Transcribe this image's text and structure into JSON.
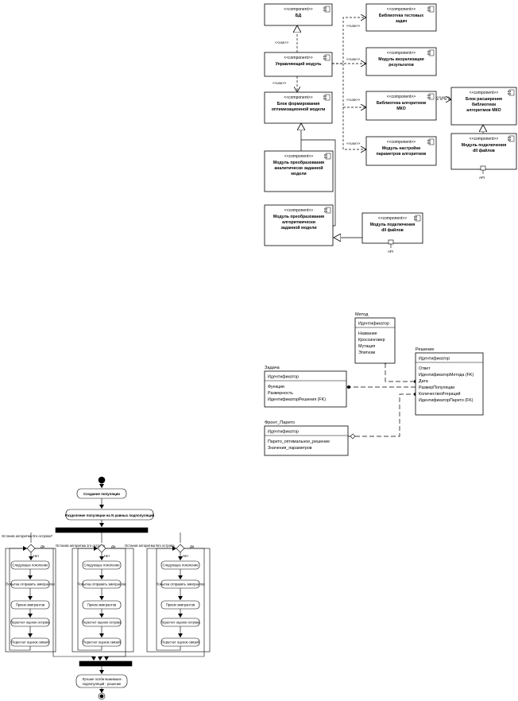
{
  "component_diagram": {
    "stereotype": "<<component>>",
    "use_label": "<<use>>",
    "api_label": "API",
    "components": {
      "bd": [
        "БД"
      ],
      "upravl": [
        "Управляющий модуль"
      ],
      "blok_form": [
        "Блок формирования",
        "оптимизационной модели"
      ],
      "mod_analit": [
        "Модуль преобразования",
        "аналитически заданной",
        "модели"
      ],
      "mod_algor": [
        "Модуль преобразования",
        "алгоритмически",
        "заданной модели"
      ],
      "dll_bottom": [
        "Модуль подключения",
        "dll файлов"
      ],
      "bibl_test": [
        "Библиотека тестовых",
        "задач"
      ],
      "mod_vis": [
        "Модуль визуализации",
        "результатов"
      ],
      "bibl_mko": [
        "Библиотека алгоритмов",
        "МКО"
      ],
      "mod_nastr": [
        "Модуль настройки",
        "параметров алгоритмов"
      ],
      "blok_rassh": [
        "Блок расширения",
        "библиотеки",
        "алгоритмов МКО"
      ],
      "dll_right": [
        "Модуль подключения",
        "dll файлов"
      ]
    }
  },
  "er_diagram": {
    "metod": {
      "name": "Метод",
      "key": "Идентификатор",
      "attrs": [
        "Название",
        "Кроссинговер",
        "Мутация",
        "Элитизм"
      ]
    },
    "reshenie": {
      "name": "Решение",
      "key": "Идентификатор",
      "attrs": [
        "Ответ",
        "ИдентификаторМетода (FK)",
        "Дата",
        "РазмерПопуляции",
        "КоличествоИтераций",
        "ИдентификаторПарето (FK)"
      ]
    },
    "zadacha": {
      "name": "Задача",
      "key": "Идентификатор",
      "attrs": [
        "Функции",
        "Размерность",
        "ИдентификаторРешения (FK)"
      ]
    },
    "front": {
      "name": "Фронт_Парето",
      "key": "Идентификатор",
      "attrs": [
        "Парето_оптимальное_решение",
        "Значения_параметров"
      ]
    }
  },
  "activity_diagram": {
    "create_pop": "Создание популяции",
    "split_pop": "Разделение популяции на N равных подпопуляций",
    "stop_q": [
      "Останов алгоритма 0го острова?",
      "Останов алгоритма 1го острова",
      "Останов алгоритма Nго острова"
    ],
    "yes": "Да",
    "no": "Нет",
    "steps": [
      "Следующее поколение",
      "Попытка отправить эмигрантов",
      "Прием эмигрантов",
      "Пересчет оценок острова",
      "Пересчет оценок связей"
    ],
    "best": [
      "Лучшие особи выживших",
      "подпопуляций - решение"
    ]
  }
}
